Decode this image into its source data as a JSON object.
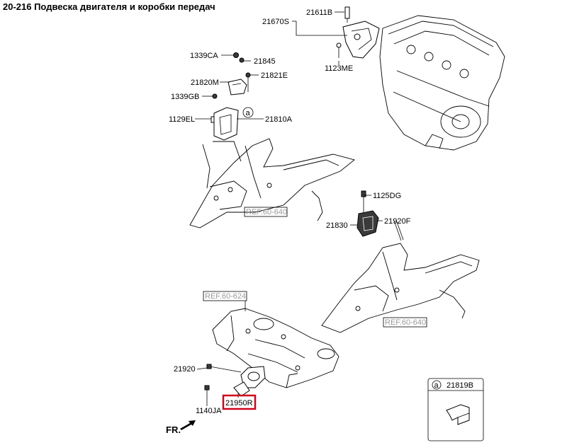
{
  "title": "20-216 Подвеска двигателя и коробки передач",
  "labels": {
    "p21611B": "21611B",
    "p21670S": "21670S",
    "p1123ME": "1123ME",
    "p1339CA": "1339CA",
    "p21845": "21845",
    "p21820M": "21820M",
    "p21821E": "21821E",
    "p1339GB": "1339GB",
    "p1129EL": "1129EL",
    "p21810A": "21810A",
    "p1125DG": "1125DG",
    "p21830": "21830",
    "p21920F": "21920F",
    "p21920": "21920",
    "p1140JA": "1140JA",
    "p21950R": "21950R",
    "p21819B": "21819B",
    "callout_a": "a",
    "legend_a": "a"
  },
  "refs": {
    "ref1": "REF.60-640",
    "ref2": "REF.60-624",
    "ref3": "REF.60-640"
  },
  "direction": "FR.",
  "highlight_color": "#d0021b"
}
